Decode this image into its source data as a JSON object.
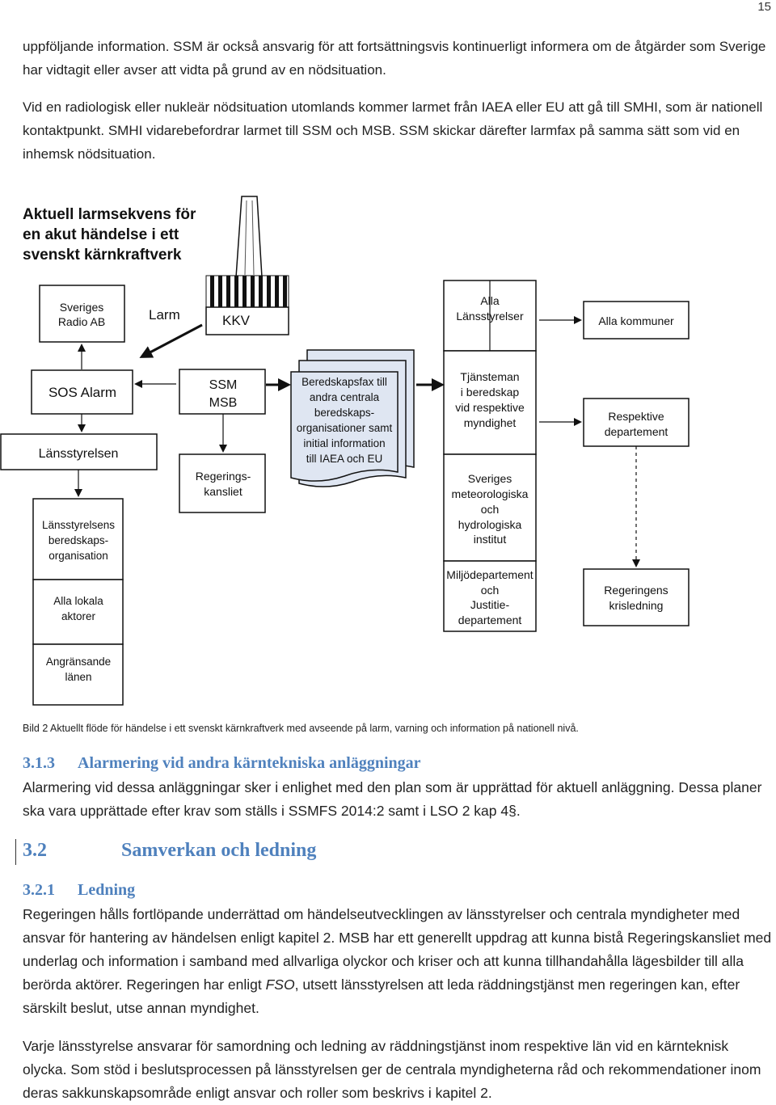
{
  "page_number": "15",
  "intro": {
    "p1": "uppföljande information. SSM är också ansvarig för att fortsättningsvis kontinuerligt informera om de åtgärder som Sverige har vidtagit eller avser att vidta på grund av en nödsituation.",
    "p2": "Vid en radiologisk eller nukleär nödsituation utomlands kommer larmet från IAEA eller EU att gå till SMHI, som är nationell kontaktpunkt. SMHI vidarebefordrar larmet till SSM och MSB. SSM skickar därefter larmfax på samma sätt som vid en inhemsk nödsituation."
  },
  "diagram": {
    "title": [
      "Aktuell larmsekvens för",
      "en akut händelse i ett",
      "svenskt kärnkraftverk"
    ],
    "larm": "Larm",
    "kkv": "KKV",
    "sveriges_radio": [
      "Sveriges",
      "Radio AB"
    ],
    "sos_alarm": "SOS Alarm",
    "lansstyrelsen": "Länsstyrelsen",
    "lst_beredskap": [
      "Länsstyrelsens",
      "beredskaps-",
      "organisation"
    ],
    "lokala": [
      "Alla lokala",
      "aktorer"
    ],
    "angransande": [
      "Angränsande",
      "länen"
    ],
    "ssm": "SSM",
    "msb": "MSB",
    "regeringskansliet": [
      "Regerings-",
      "kansliet"
    ],
    "fax": [
      "Beredskapsfax till",
      "andra centrala",
      "beredskaps-",
      "organisationer samt",
      "initial information",
      "till IAEA och EU"
    ],
    "alla_lst": [
      "Alla",
      "Länsstyrelser"
    ],
    "tjansteman": [
      "Tjänsteman",
      "i beredskap",
      "vid respektive",
      "myndighet"
    ],
    "smhi": [
      "Sveriges",
      "meteorologiska",
      "och",
      "hydrologiska",
      "institut"
    ],
    "departement": [
      "Miljödepartement",
      "och",
      "Justitie-",
      "departement"
    ],
    "kommuner": "Alla kommuner",
    "resp_dep": [
      "Respektive",
      "departement"
    ],
    "kris": [
      "Regeringens",
      "krisledning"
    ]
  },
  "caption": "Bild 2 Aktuellt flöde för händelse i ett svenskt kärnkraftverk med avseende på larm, varning och information på nationell nivå.",
  "s313": {
    "num": "3.1.3",
    "title": "Alarmering vid andra kärntekniska anläggningar",
    "body": "Alarmering vid dessa anläggningar sker i enlighet med den plan som är upprättad för aktuell anläggning. Dessa planer ska vara upprättade efter krav som ställs i SSMFS 2014:2 samt i LSO 2 kap 4§."
  },
  "s32": {
    "num": "3.2",
    "title": "Samverkan och ledning"
  },
  "s321": {
    "num": "3.2.1",
    "title": "Ledning",
    "body_a": "Regeringen hålls fortlöpande underrättad om händelseutvecklingen av länsstyrelser och centrala myndigheter med ansvar för hantering av händelsen enligt kapitel 2. MSB har ett generellt uppdrag att kunna bistå Regeringskansliet med underlag och information i samband med allvarliga olyckor och kriser och att kunna tillhandahålla lägesbilder till alla berörda aktörer. Regeringen har enligt ",
    "body_em": "FSO",
    "body_b": ", utsett länsstyrelsen att leda räddningstjänst men regeringen kan, efter särskilt beslut, utse annan myndighet.",
    "body2": "Varje länsstyrelse ansvarar för samordning och ledning av räddningstjänst inom respektive län vid en kärnteknisk olycka. Som stöd i beslutsprocessen på länsstyrelsen ger de centrala myndigheterna råd och rekommendationer inom deras sakkunskapsområde enligt ansvar och roller som beskrivs i kapitel 2."
  }
}
